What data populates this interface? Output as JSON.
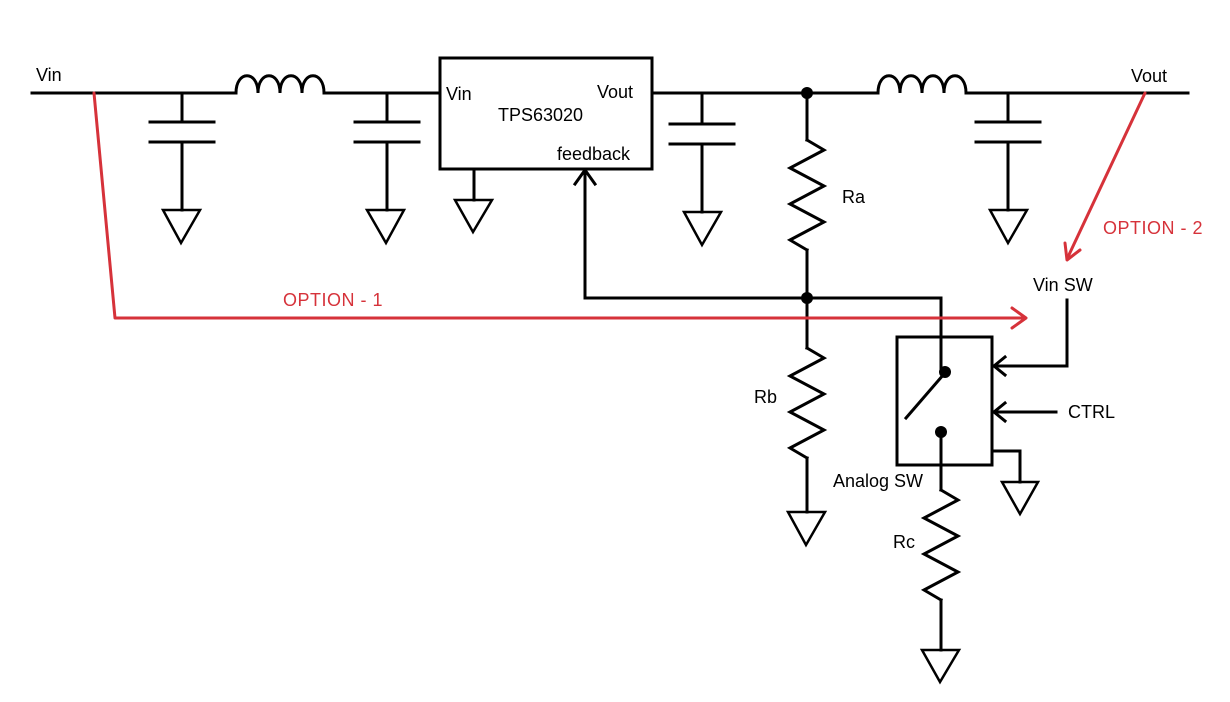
{
  "colors": {
    "wire": "#000000",
    "option_arrow": "#d6323a",
    "background": "#ffffff"
  },
  "labels": {
    "vin": "Vin",
    "vout": "Vout",
    "ra": "Ra",
    "rb": "Rb",
    "rc": "Rc",
    "vin_sw": "Vin SW",
    "ctrl": "CTRL",
    "analog_sw": "Analog SW",
    "option_1": "OPTION - 1",
    "option_2": "OPTION - 2"
  },
  "chip": {
    "name": "TPS63020",
    "pin_vin": "Vin",
    "pin_vout": "Vout",
    "pin_feedback": "feedback"
  }
}
